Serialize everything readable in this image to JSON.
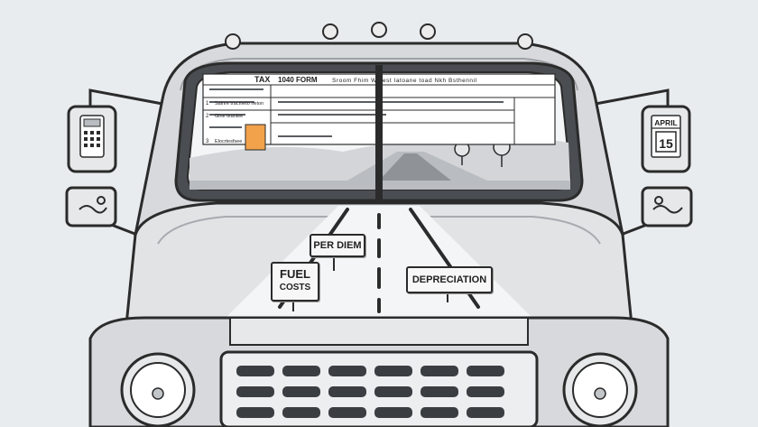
{
  "form": {
    "tax_label": "TAX",
    "form_label": "1040 FORM",
    "header_scribble": "Sroom Fhim Wblest Iatoane toad Nkh Bsthennil",
    "rows": [
      {
        "number": "1",
        "text": "Salnre tracmeto neton"
      },
      {
        "number": "2",
        "text": "Glne teanlee"
      },
      {
        "number": "3",
        "text": "Elocrtesfsee"
      }
    ]
  },
  "calendar": {
    "month": "APRIL",
    "day": "15"
  },
  "signs": {
    "per_diem": "PER DIEM",
    "depreciation": "DEPRECIATION",
    "fuel_line1": "FUEL",
    "fuel_line2": "COSTS"
  },
  "colors": {
    "background": "#e9ecef",
    "truck_body": "#d7d9dc",
    "outline": "#2b2b2b",
    "accent": "#f2a24a"
  },
  "icons": [
    "calculator-icon",
    "receipt-icon",
    "calendar-icon",
    "road-sign-icon"
  ]
}
